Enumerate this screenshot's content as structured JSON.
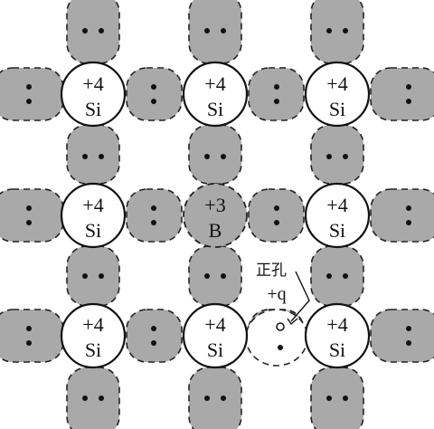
{
  "atoms": [
    {
      "charge": "+4",
      "symbol": "Si"
    },
    {
      "charge": "+4",
      "symbol": "Si"
    },
    {
      "charge": "+4",
      "symbol": "Si"
    },
    {
      "charge": "+4",
      "symbol": "Si"
    },
    {
      "charge": "+3",
      "symbol": "B"
    },
    {
      "charge": "+4",
      "symbol": "Si"
    },
    {
      "charge": "+4",
      "symbol": "Si"
    },
    {
      "charge": "+4",
      "symbol": "Si"
    },
    {
      "charge": "+4",
      "symbol": "Si"
    }
  ],
  "hole_label": {
    "line1": "正孔",
    "line2": "+q"
  },
  "colors": {
    "bond_fill": "#a9a9a9",
    "atom_fill": "#ffffff",
    "outline": "#111111"
  }
}
